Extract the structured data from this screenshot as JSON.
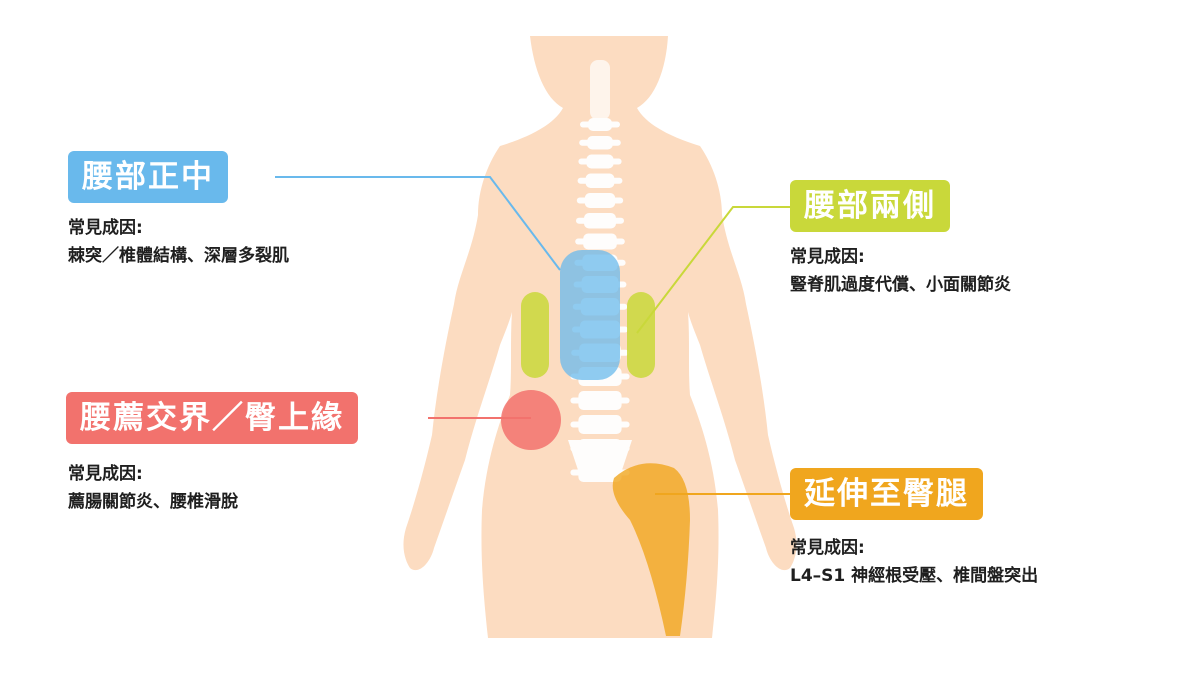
{
  "colors": {
    "skin": "#fcdcc1",
    "spine": "#ffffff",
    "center": "#69b9ec",
    "sides": "#c9d83a",
    "si_joint": "#f2726d",
    "buttock": "#f0a61e",
    "text": "#1f1f1f"
  },
  "regions": [
    {
      "key": "center",
      "title": "腰部正中",
      "cause_label": "常見成因:",
      "cause_text": "棘突／椎體結構、深層多裂肌",
      "color": "#69b9ec"
    },
    {
      "key": "sides",
      "title": "腰部兩側",
      "cause_label": "常見成因:",
      "cause_text": "豎脊肌過度代償、小面關節炎",
      "color": "#c9d83a"
    },
    {
      "key": "si_joint",
      "title": "腰薦交界／臀上緣",
      "cause_label": "常見成因:",
      "cause_text": "薦腸關節炎、腰椎滑脫",
      "color": "#f2726d"
    },
    {
      "key": "buttock",
      "title": "延伸至臀腿",
      "cause_label": "常見成因:",
      "cause_text": "L4–S1 神經根受壓、椎間盤突出",
      "color": "#f0a61e"
    }
  ]
}
